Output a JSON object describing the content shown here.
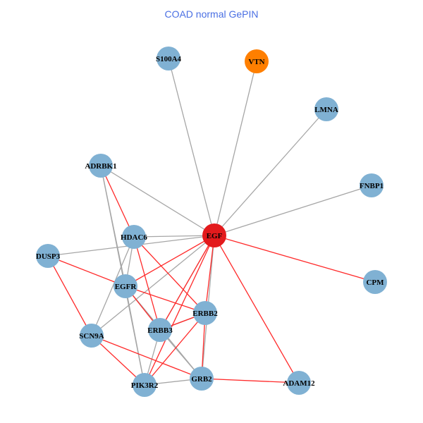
{
  "title": "COAD normal GePIN",
  "colors": {
    "default_node": "#80b1d3",
    "hub_node": "#e31a1c",
    "special_node": "#ff7f00",
    "gray_edge": "#a6a6a6",
    "red_edge": "#ff2a2a"
  },
  "nodes": [
    {
      "id": "S100A4",
      "type": "default"
    },
    {
      "id": "VTN",
      "type": "special"
    },
    {
      "id": "LMNA",
      "type": "default"
    },
    {
      "id": "FNBP1",
      "type": "default"
    },
    {
      "id": "ADRBK1",
      "type": "default"
    },
    {
      "id": "EGF",
      "type": "hub"
    },
    {
      "id": "HDAC6",
      "type": "default"
    },
    {
      "id": "DUSP3",
      "type": "default"
    },
    {
      "id": "CPM",
      "type": "default"
    },
    {
      "id": "EGFR",
      "type": "default"
    },
    {
      "id": "ERBB2",
      "type": "default"
    },
    {
      "id": "ERBB3",
      "type": "default"
    },
    {
      "id": "SCN9A",
      "type": "default"
    },
    {
      "id": "GRB2",
      "type": "default"
    },
    {
      "id": "ADAM12",
      "type": "default"
    },
    {
      "id": "PIK3R2",
      "type": "default"
    }
  ],
  "edges": [
    [
      "EGF",
      "S100A4",
      "gray"
    ],
    [
      "EGF",
      "VTN",
      "gray"
    ],
    [
      "EGF",
      "LMNA",
      "gray"
    ],
    [
      "EGF",
      "FNBP1",
      "gray"
    ],
    [
      "EGF",
      "ADRBK1",
      "gray"
    ],
    [
      "EGF",
      "HDAC6",
      "gray"
    ],
    [
      "EGF",
      "DUSP3",
      "gray"
    ],
    [
      "EGF",
      "SCN9A",
      "gray"
    ],
    [
      "EGF",
      "ERBB3",
      "gray"
    ],
    [
      "EGF",
      "GRB2",
      "gray"
    ],
    [
      "ADRBK1",
      "EGFR",
      "gray"
    ],
    [
      "ADRBK1",
      "PIK3R2",
      "gray"
    ],
    [
      "HDAC6",
      "SCN9A",
      "gray"
    ],
    [
      "HDAC6",
      "EGFR",
      "gray"
    ],
    [
      "EGFR",
      "PIK3R2",
      "gray"
    ],
    [
      "EGFR",
      "GRB2",
      "gray"
    ],
    [
      "ERBB3",
      "GRB2",
      "gray"
    ],
    [
      "ERBB3",
      "PIK3R2",
      "gray"
    ],
    [
      "PIK3R2",
      "GRB2",
      "gray"
    ],
    [
      "ERBB2",
      "ERBB3",
      "gray"
    ],
    [
      "EGF",
      "EGFR",
      "red"
    ],
    [
      "EGF",
      "ERBB2",
      "red"
    ],
    [
      "EGF",
      "ERBB3",
      "red"
    ],
    [
      "EGF",
      "PIK3R2",
      "red"
    ],
    [
      "EGF",
      "CPM",
      "red"
    ],
    [
      "EGF",
      "ADAM12",
      "red"
    ],
    [
      "ADRBK1",
      "HDAC6",
      "red"
    ],
    [
      "HDAC6",
      "ERBB3",
      "red"
    ],
    [
      "HDAC6",
      "ERBB2",
      "red"
    ],
    [
      "DUSP3",
      "EGFR",
      "red"
    ],
    [
      "DUSP3",
      "SCN9A",
      "red"
    ],
    [
      "EGFR",
      "ERBB2",
      "red"
    ],
    [
      "EGFR",
      "ERBB3",
      "red"
    ],
    [
      "ERBB3",
      "ERBB2",
      "red"
    ],
    [
      "ERBB2",
      "PIK3R2",
      "red"
    ],
    [
      "ERBB2",
      "GRB2",
      "red"
    ],
    [
      "SCN9A",
      "PIK3R2",
      "red"
    ],
    [
      "SCN9A",
      "GRB2",
      "red"
    ],
    [
      "GRB2",
      "ADAM12",
      "red"
    ]
  ]
}
